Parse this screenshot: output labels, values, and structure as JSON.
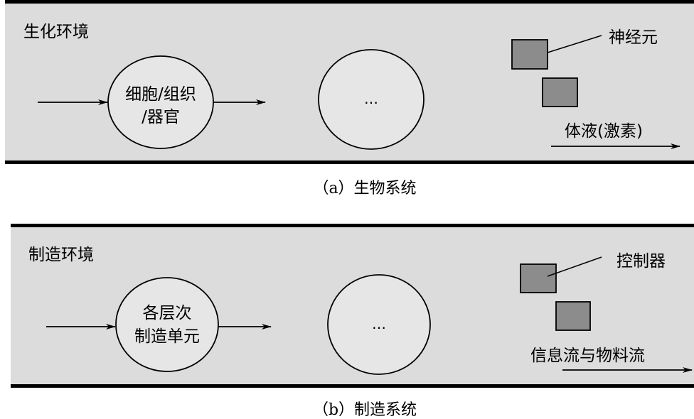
{
  "panel_a": {
    "environment_label": "生化环境",
    "node1_line1": "细胞/组织",
    "node1_line2": "/器官",
    "node2_label": "…",
    "controller_label": "神经元",
    "flow_label": "体液(激素)",
    "caption": "（a）生物系统"
  },
  "panel_b": {
    "environment_label": "制造环境",
    "node1_line1": "各层次",
    "node1_line2": "制造单元",
    "node2_label": "…",
    "controller_label": "控制器",
    "flow_label": "信息流与物料流",
    "caption": "（b）制造系统"
  },
  "colors": {
    "panel_bg": "#dcdcdc",
    "node_fill": "#e6e6e6",
    "box_fill": "#8c8c8c"
  }
}
